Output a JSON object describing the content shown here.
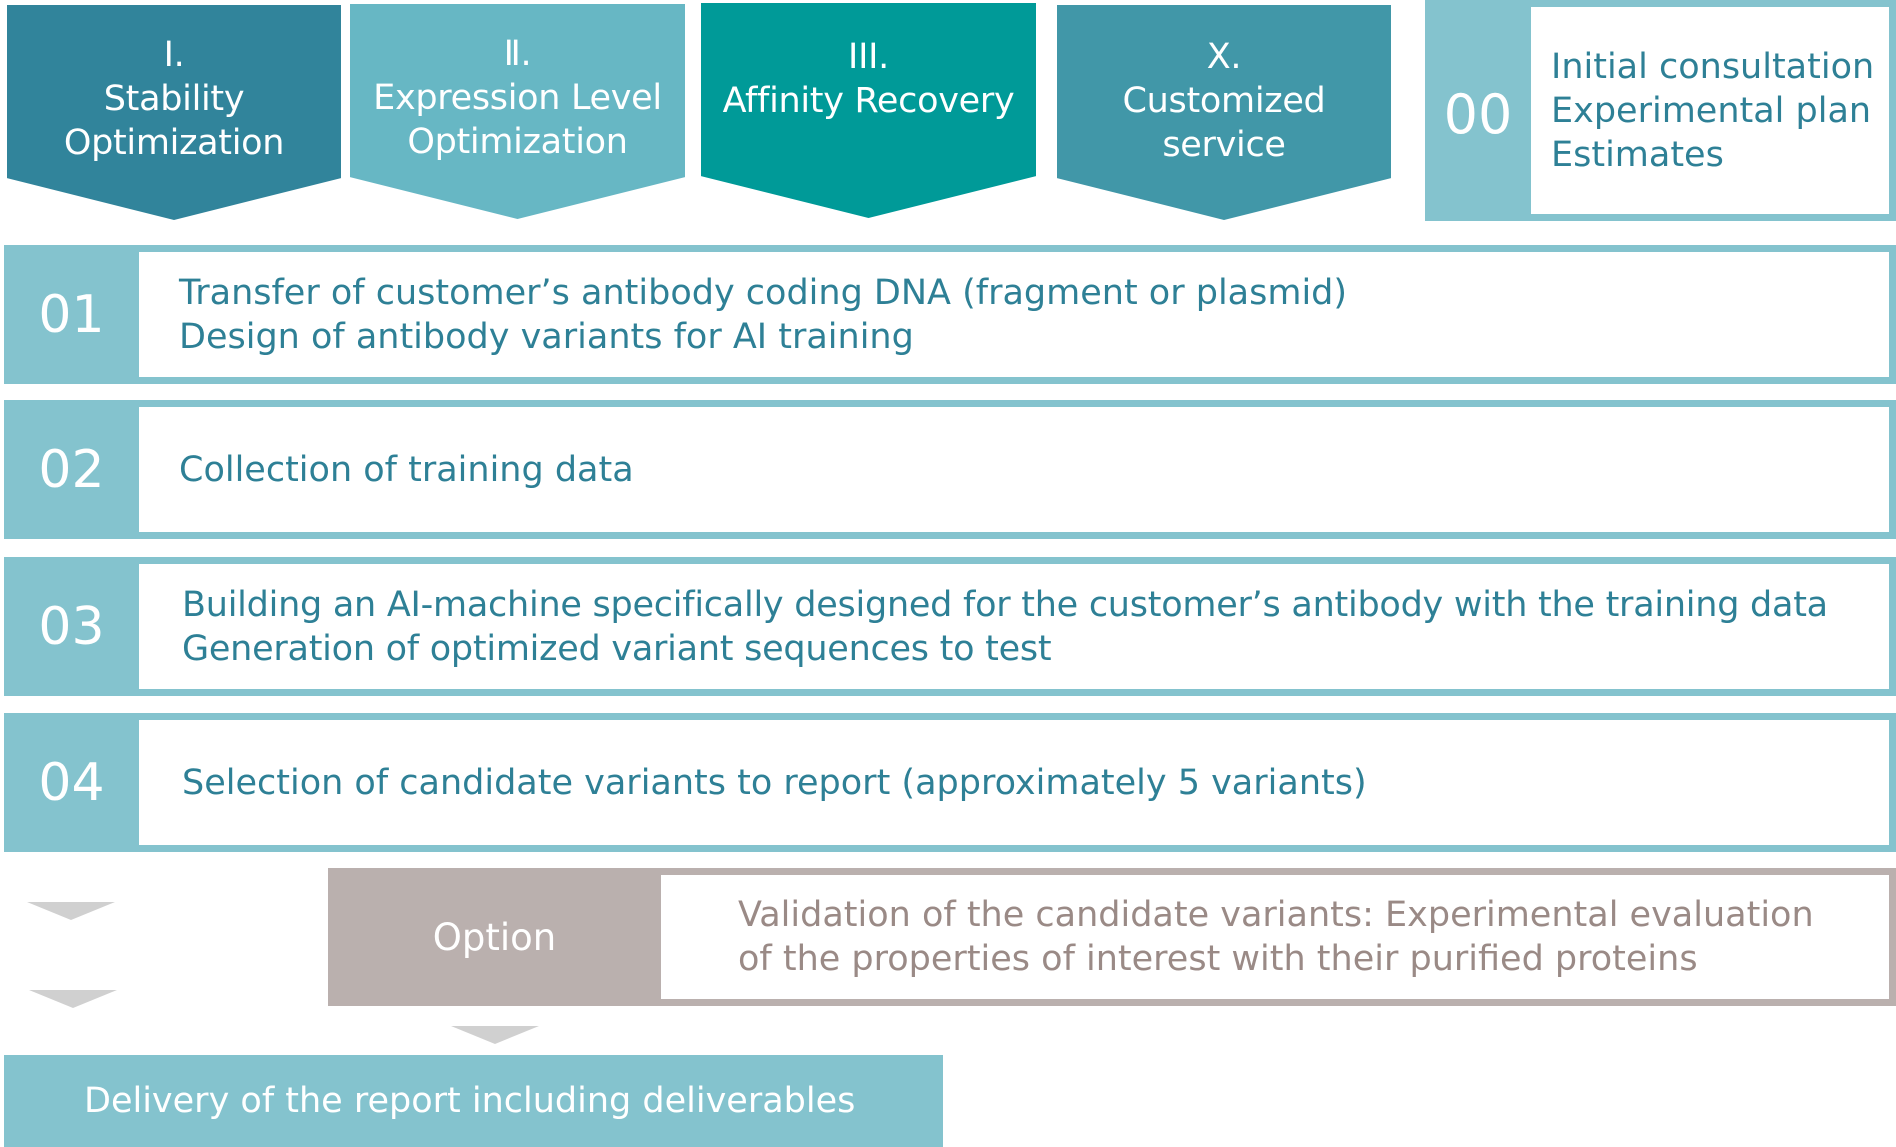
{
  "colors": {
    "service_1": "#31849b",
    "service_2": "#67b7c4",
    "service_3": "#009a98",
    "service_x": "#4197a8",
    "step_frame": "#84c3ce",
    "step_text": "#2e8096",
    "option_frame": "#bab0ae",
    "option_text": "#9a8a86",
    "arrow": "#d0d0d0"
  },
  "services": [
    {
      "numeral": "Ⅰ.",
      "lines": [
        "Stability",
        "Optimization"
      ]
    },
    {
      "numeral": "Ⅱ.",
      "lines": [
        "Expression Level",
        "Optimization"
      ]
    },
    {
      "numeral": "III.",
      "lines": [
        "Affinity Recovery"
      ]
    },
    {
      "numeral": "X.",
      "lines": [
        "Customized",
        "service"
      ]
    }
  ],
  "step00": {
    "number": "00",
    "lines": [
      "Initial consultation",
      "Experimental plan",
      "Estimates"
    ]
  },
  "steps": [
    {
      "number": "01",
      "lines": [
        "Transfer of customer’s antibody coding DNA (fragment or plasmid)",
        "Design of antibody variants for AI training"
      ]
    },
    {
      "number": "02",
      "lines": [
        "Collection of training data"
      ]
    },
    {
      "number": "03",
      "lines": [
        "Building an AI-machine specifically designed for the customer’s antibody with the training data",
        "Generation of optimized variant sequences to test"
      ]
    },
    {
      "number": "04",
      "lines": [
        "Selection of candidate variants to report (approximately 5 variants)"
      ]
    }
  ],
  "option": {
    "label": "Option",
    "lines": [
      "Validation of the candidate variants: Experimental evaluation",
      "of the properties of interest with their purified proteins"
    ]
  },
  "delivery": {
    "label": "Delivery of the report including deliverables"
  }
}
